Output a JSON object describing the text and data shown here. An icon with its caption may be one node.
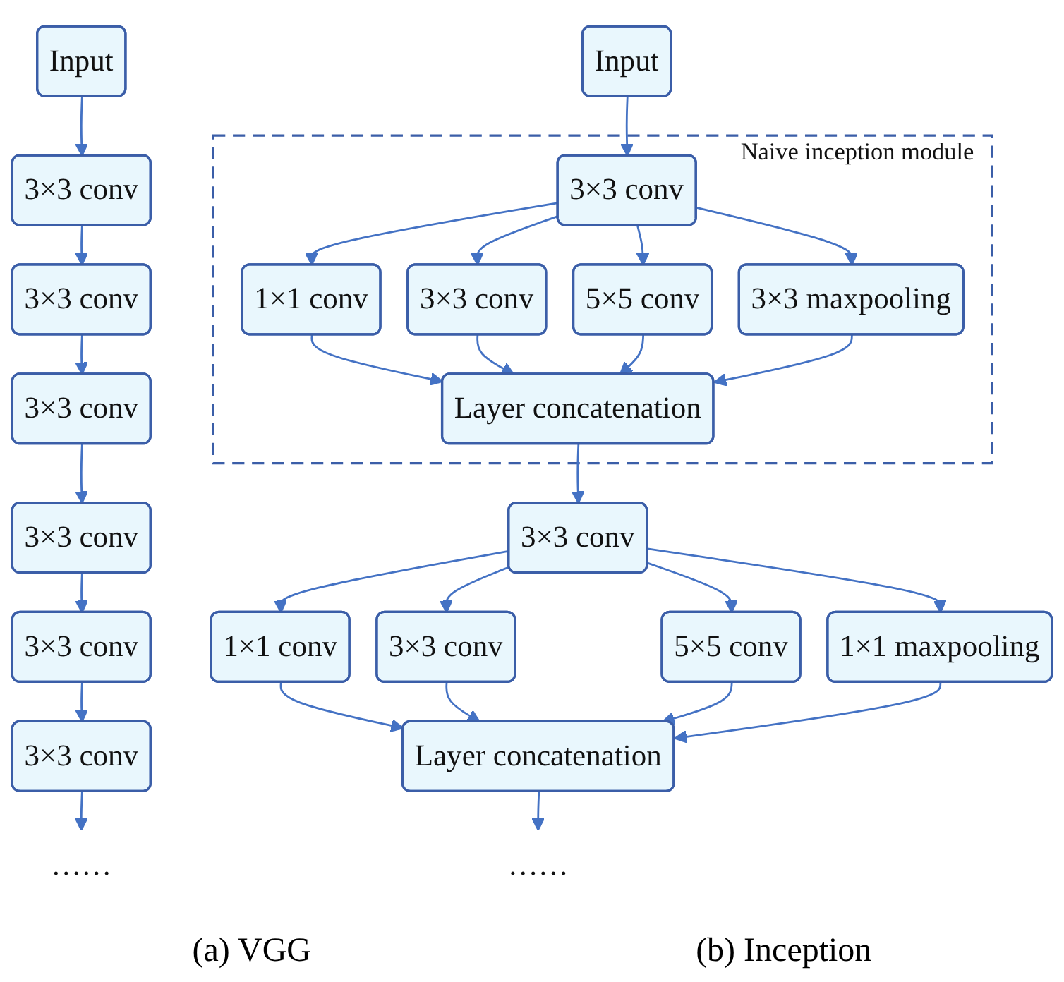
{
  "diagram": {
    "nodes": [
      {
        "text": [
          "Input"
        ]
      },
      {
        "text": [
          "3×3 conv"
        ]
      },
      {
        "text": [
          "3×3 conv"
        ]
      },
      {
        "text": [
          "3×3 conv"
        ]
      },
      {
        "text": [
          "3×3 conv"
        ]
      },
      {
        "text": [
          "3×3 conv"
        ]
      },
      {
        "text": [
          "3×3 conv"
        ]
      },
      {
        "text": [
          "……"
        ]
      },
      {
        "text": [
          "Input"
        ]
      },
      {
        "text": [
          "Naive inception module"
        ]
      },
      {
        "text": [
          "3×3 conv"
        ],
        "in": 9
      },
      {
        "text": [
          "1×1 conv"
        ],
        "in": 9
      },
      {
        "text": [
          "3×3 conv"
        ],
        "in": 9
      },
      {
        "text": [
          "5×5 conv"
        ],
        "in": 9
      },
      {
        "text": [
          "3×3 maxpooling"
        ],
        "in": 9
      },
      {
        "text": [
          "Layer concatenation"
        ],
        "in": 9
      },
      {
        "text": [
          "3×3 conv"
        ]
      },
      {
        "text": [
          "1×1 conv"
        ]
      },
      {
        "text": [
          "3×3 conv"
        ]
      },
      {
        "text": [
          "5×5 conv"
        ]
      },
      {
        "text": [
          "1×1 maxpooling"
        ]
      },
      {
        "text": [
          "Layer concatenation"
        ]
      },
      {
        "text": [
          "……"
        ]
      }
    ],
    "edges": [
      {
        "from": 0,
        "to": 1,
        "arrow": "to"
      },
      {
        "from": 1,
        "to": 2,
        "arrow": "to"
      },
      {
        "from": 2,
        "to": 3,
        "arrow": "to"
      },
      {
        "from": 3,
        "to": 4,
        "arrow": "to"
      },
      {
        "from": 4,
        "to": 5,
        "arrow": "to"
      },
      {
        "from": 5,
        "to": 6,
        "arrow": "to"
      },
      {
        "from": 6,
        "to": 7,
        "arrow": "to"
      },
      {
        "from": 8,
        "to": 10,
        "arrow": "to"
      },
      {
        "from": 10,
        "to": 11,
        "arrow": "to"
      },
      {
        "from": 10,
        "to": 12,
        "arrow": "to"
      },
      {
        "from": 10,
        "to": 13,
        "arrow": "to"
      },
      {
        "from": 10,
        "to": 14,
        "arrow": "to"
      },
      {
        "from": 11,
        "to": 15,
        "arrow": "to"
      },
      {
        "from": 12,
        "to": 15,
        "arrow": "to"
      },
      {
        "from": 13,
        "to": 15,
        "arrow": "to"
      },
      {
        "from": 14,
        "to": 15,
        "arrow": "to"
      },
      {
        "from": 15,
        "to": 16,
        "arrow": "to"
      },
      {
        "from": 16,
        "to": 17,
        "arrow": "to"
      },
      {
        "from": 16,
        "to": 18,
        "arrow": "to"
      },
      {
        "from": 16,
        "to": 19,
        "arrow": "to"
      },
      {
        "from": 16,
        "to": 20,
        "arrow": "to"
      },
      {
        "from": 17,
        "to": 21,
        "arrow": "to"
      },
      {
        "from": 18,
        "to": 21,
        "arrow": "to"
      },
      {
        "from": 19,
        "to": 21,
        "arrow": "to"
      },
      {
        "from": 20,
        "to": 21,
        "arrow": "to"
      },
      {
        "from": 21,
        "to": 22,
        "arrow": "to"
      }
    ],
    "labels": [
      "(a) VGG",
      "(b) Inception"
    ]
  }
}
